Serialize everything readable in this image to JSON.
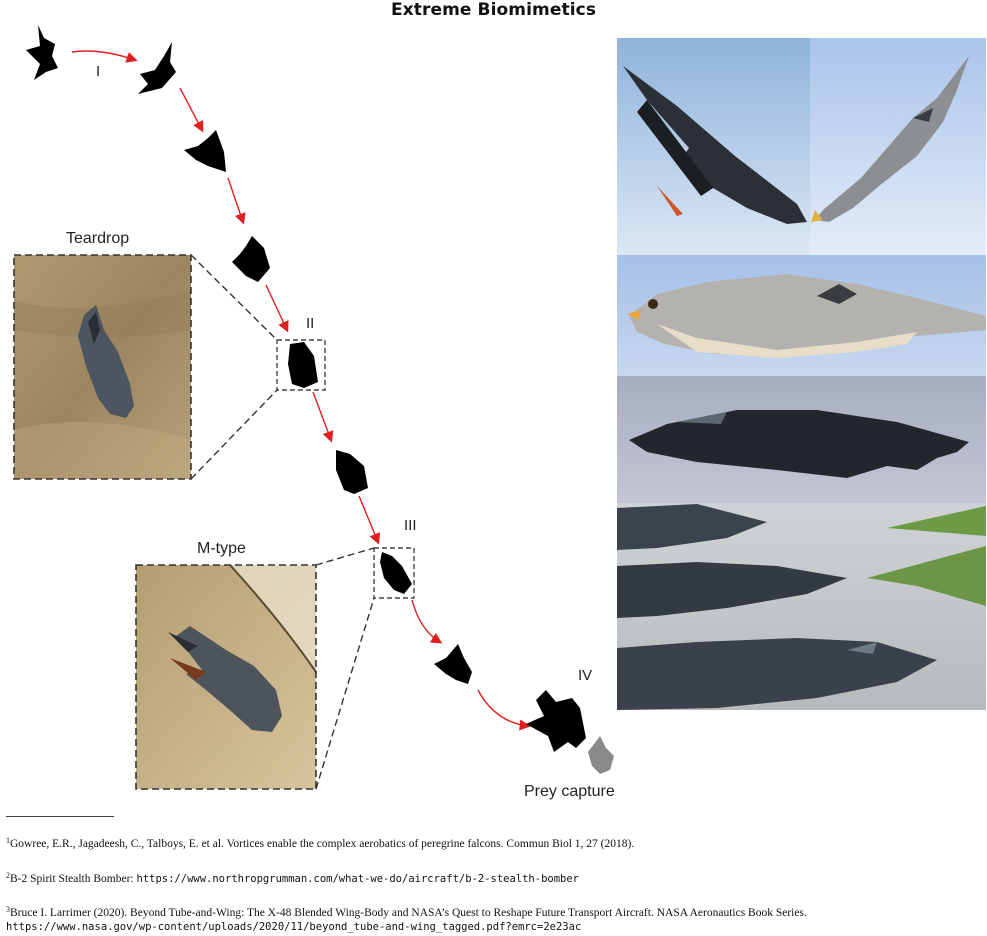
{
  "page": {
    "title": "Extreme Biomimetics"
  },
  "figure": {
    "stage_labels": [
      "I",
      "II",
      "III",
      "IV"
    ],
    "inset_teardrop_label": "Teardrop",
    "inset_mtype_label": "M-type",
    "prey_label": "Prey capture",
    "colors": {
      "arrow": "#e02020",
      "silhouette": "#000000",
      "prey": "#8a8a8a"
    }
  },
  "footnotes": [
    {
      "num": "1",
      "text": "Gowree, E.R., Jagadeesh, C., Talboys, E. et al. Vortices enable the complex aerobatics of peregrine falcons. Commun Biol 1, 27 (2018)."
    },
    {
      "num": "2",
      "text": "B-2 Spirit Stealth Bomber: ",
      "url": "https://www.northropgrumman.com/what-we-do/aircraft/b-2-stealth-bomber"
    },
    {
      "num": "3",
      "text": "Bruce I. Larrimer (2020). Beyond Tube-and-Wing: The X-48 Blended Wing-Body and NASA’s Quest to Reshape Future Transport Aircraft. NASA Aeronautics Book Series.",
      "url": "https://www.nasa.gov/wp-content/uploads/2020/11/beyond_tube-and-wing_tagged.pdf?emrc=2e23ac"
    }
  ]
}
